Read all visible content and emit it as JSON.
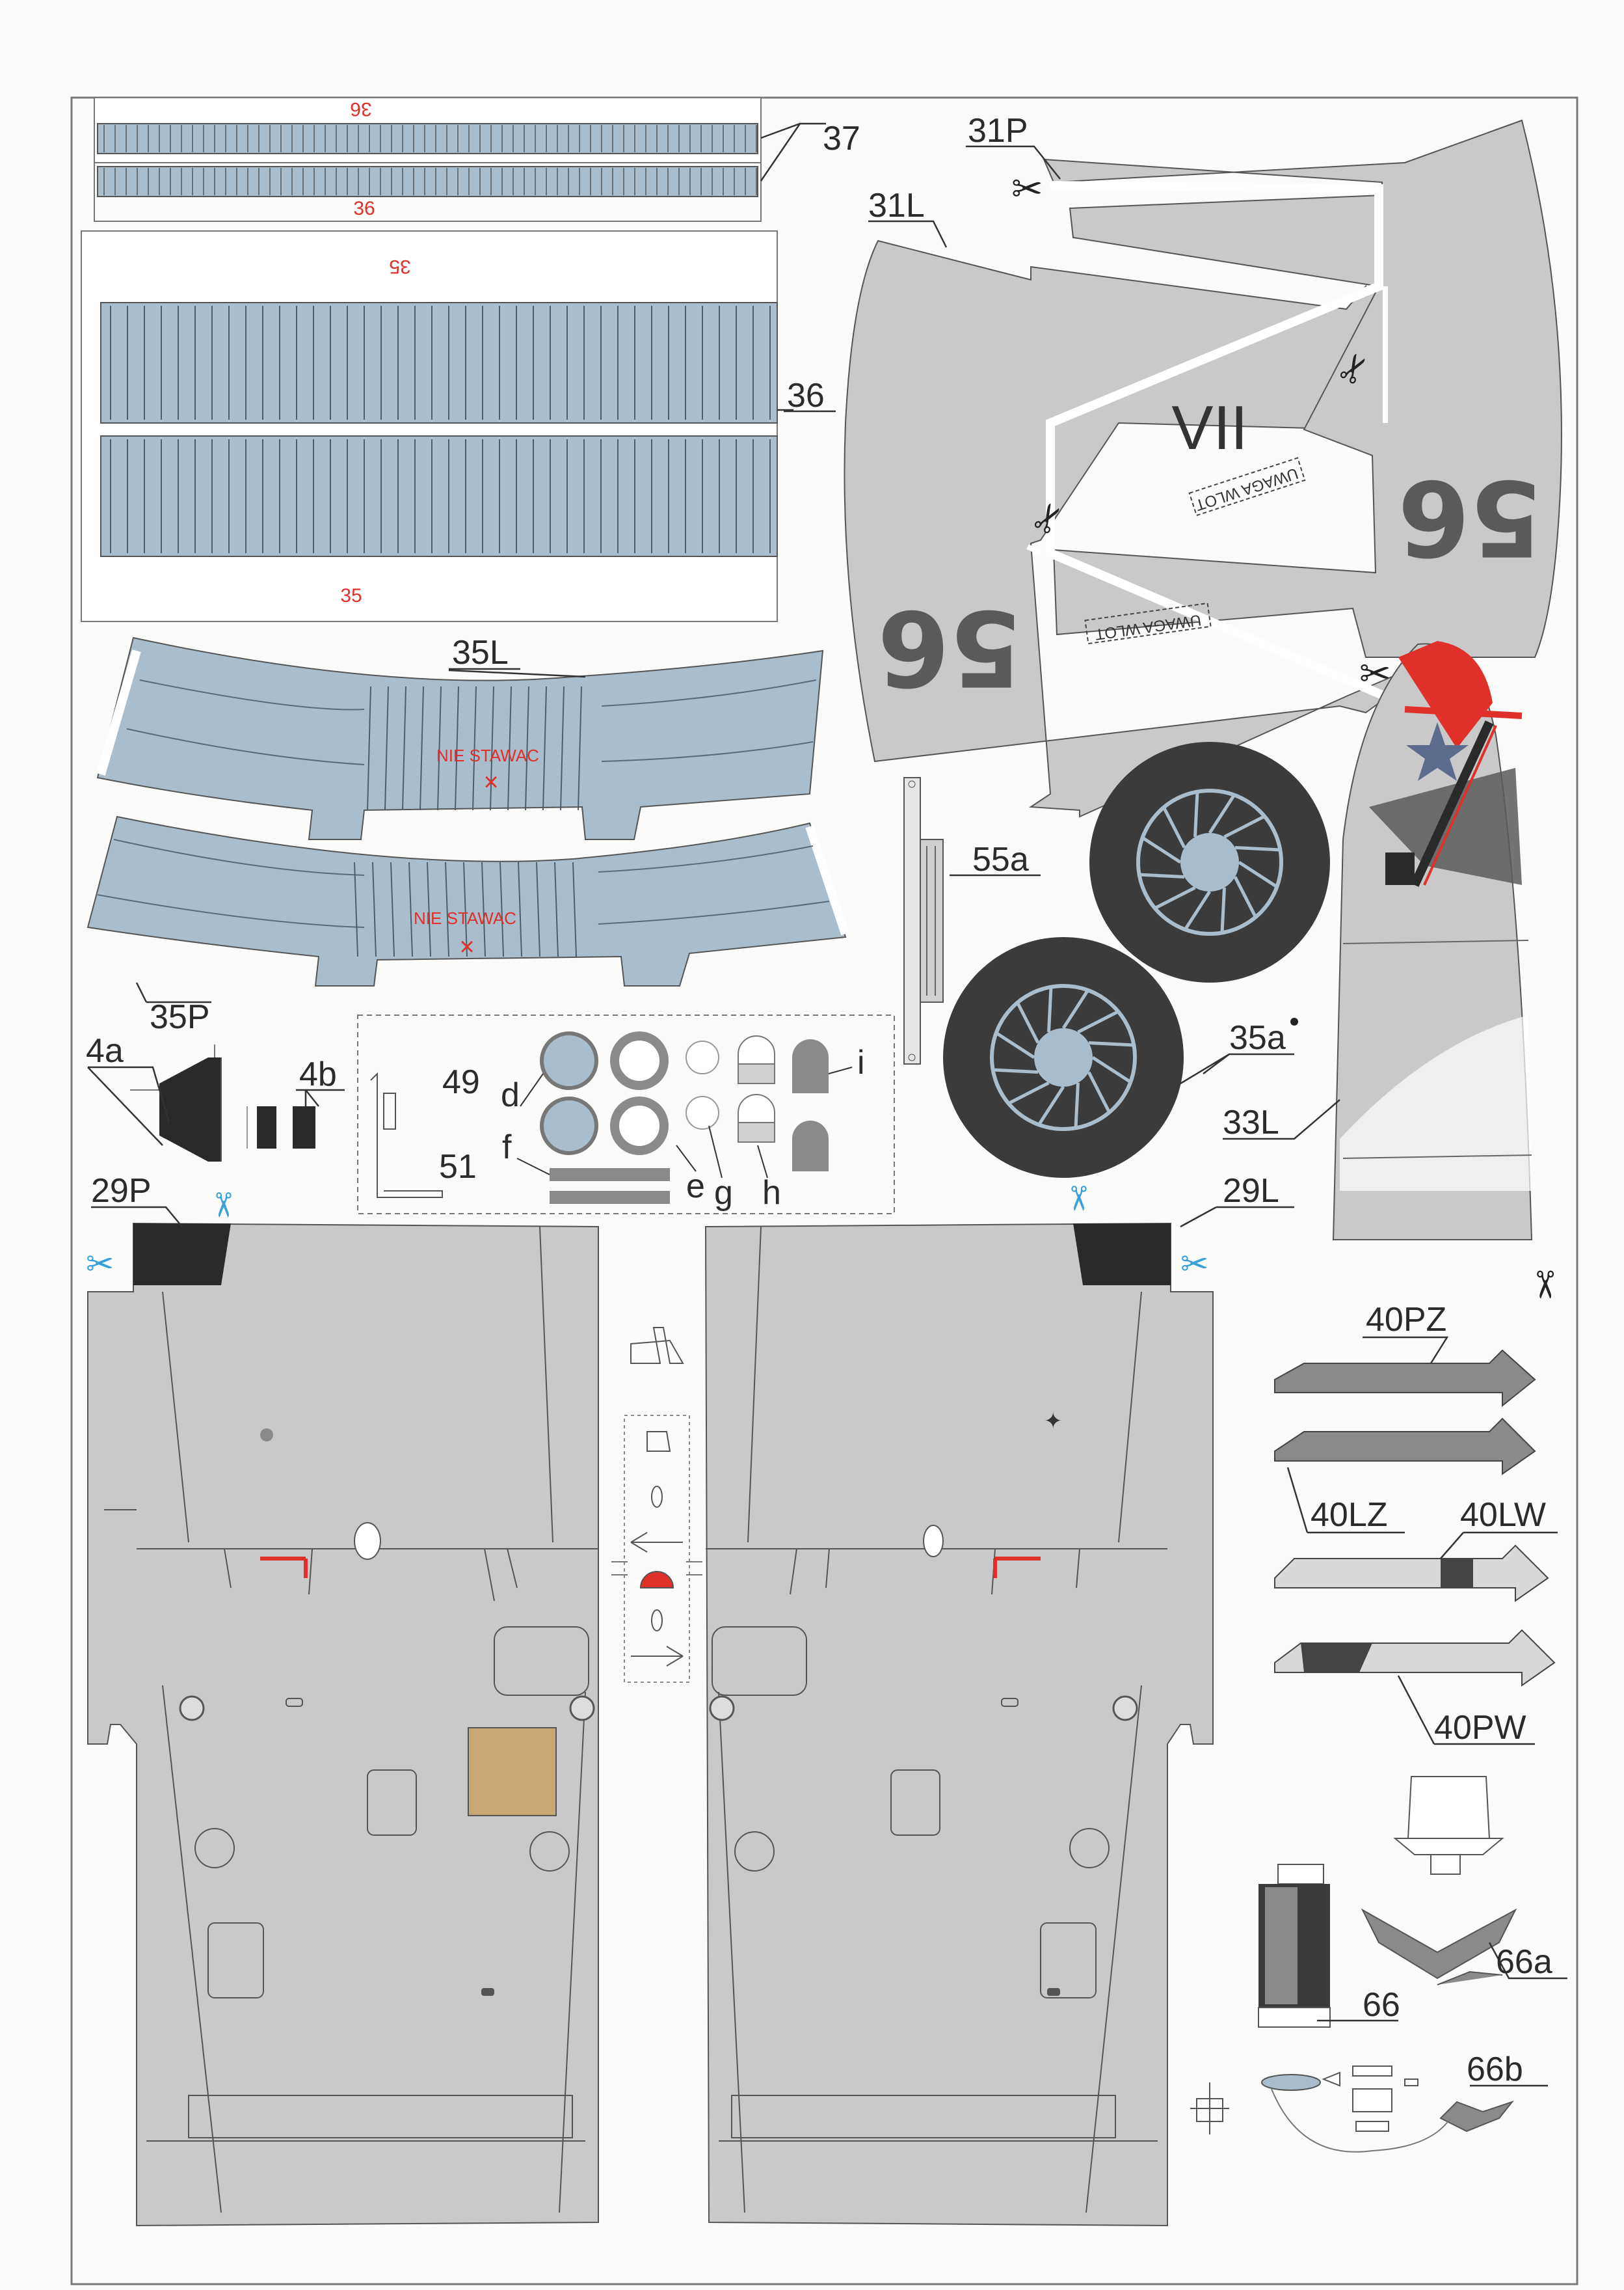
{
  "colors": {
    "light_blue": "#a9bdcc",
    "grey": "#c9c9c9",
    "dark": "#2a2a2a",
    "red": "#e0302a",
    "cut_blue": "#3aa0d8",
    "tan": "#c9a774",
    "star_blue": "#5d6b8c"
  },
  "icons": [
    "scissors-icon",
    "star-icon"
  ],
  "parts": {
    "p36_top_rev": "36",
    "p37": "37",
    "p36_mid": "36",
    "p35_rev": "35",
    "p36": "36",
    "p35": "35",
    "p35L": "35L",
    "p35P": "35P",
    "p31P": "31P",
    "p31L": "31L",
    "p55a": "55a",
    "p35a": "35a",
    "p33L": "33L",
    "p4a": "4a",
    "p4b": "4b",
    "p49": "49",
    "p51": "51",
    "pd": "d",
    "pe": "e",
    "pf": "f",
    "pg": "g",
    "ph": "h",
    "pi": "i",
    "p29P": "29P",
    "p29L": "29L",
    "p40PZ": "40PZ",
    "p40LZ": "40LZ",
    "p40LW": "40LW",
    "p40PW": "40PW",
    "p66": "66",
    "p66a": "66a",
    "p66b": "66b"
  },
  "markings": {
    "roman_vii": "VII",
    "number_56": "56",
    "uwaga_wlot": "UWAGA WLOT",
    "nie_stawac": "NIE STAWAC"
  }
}
